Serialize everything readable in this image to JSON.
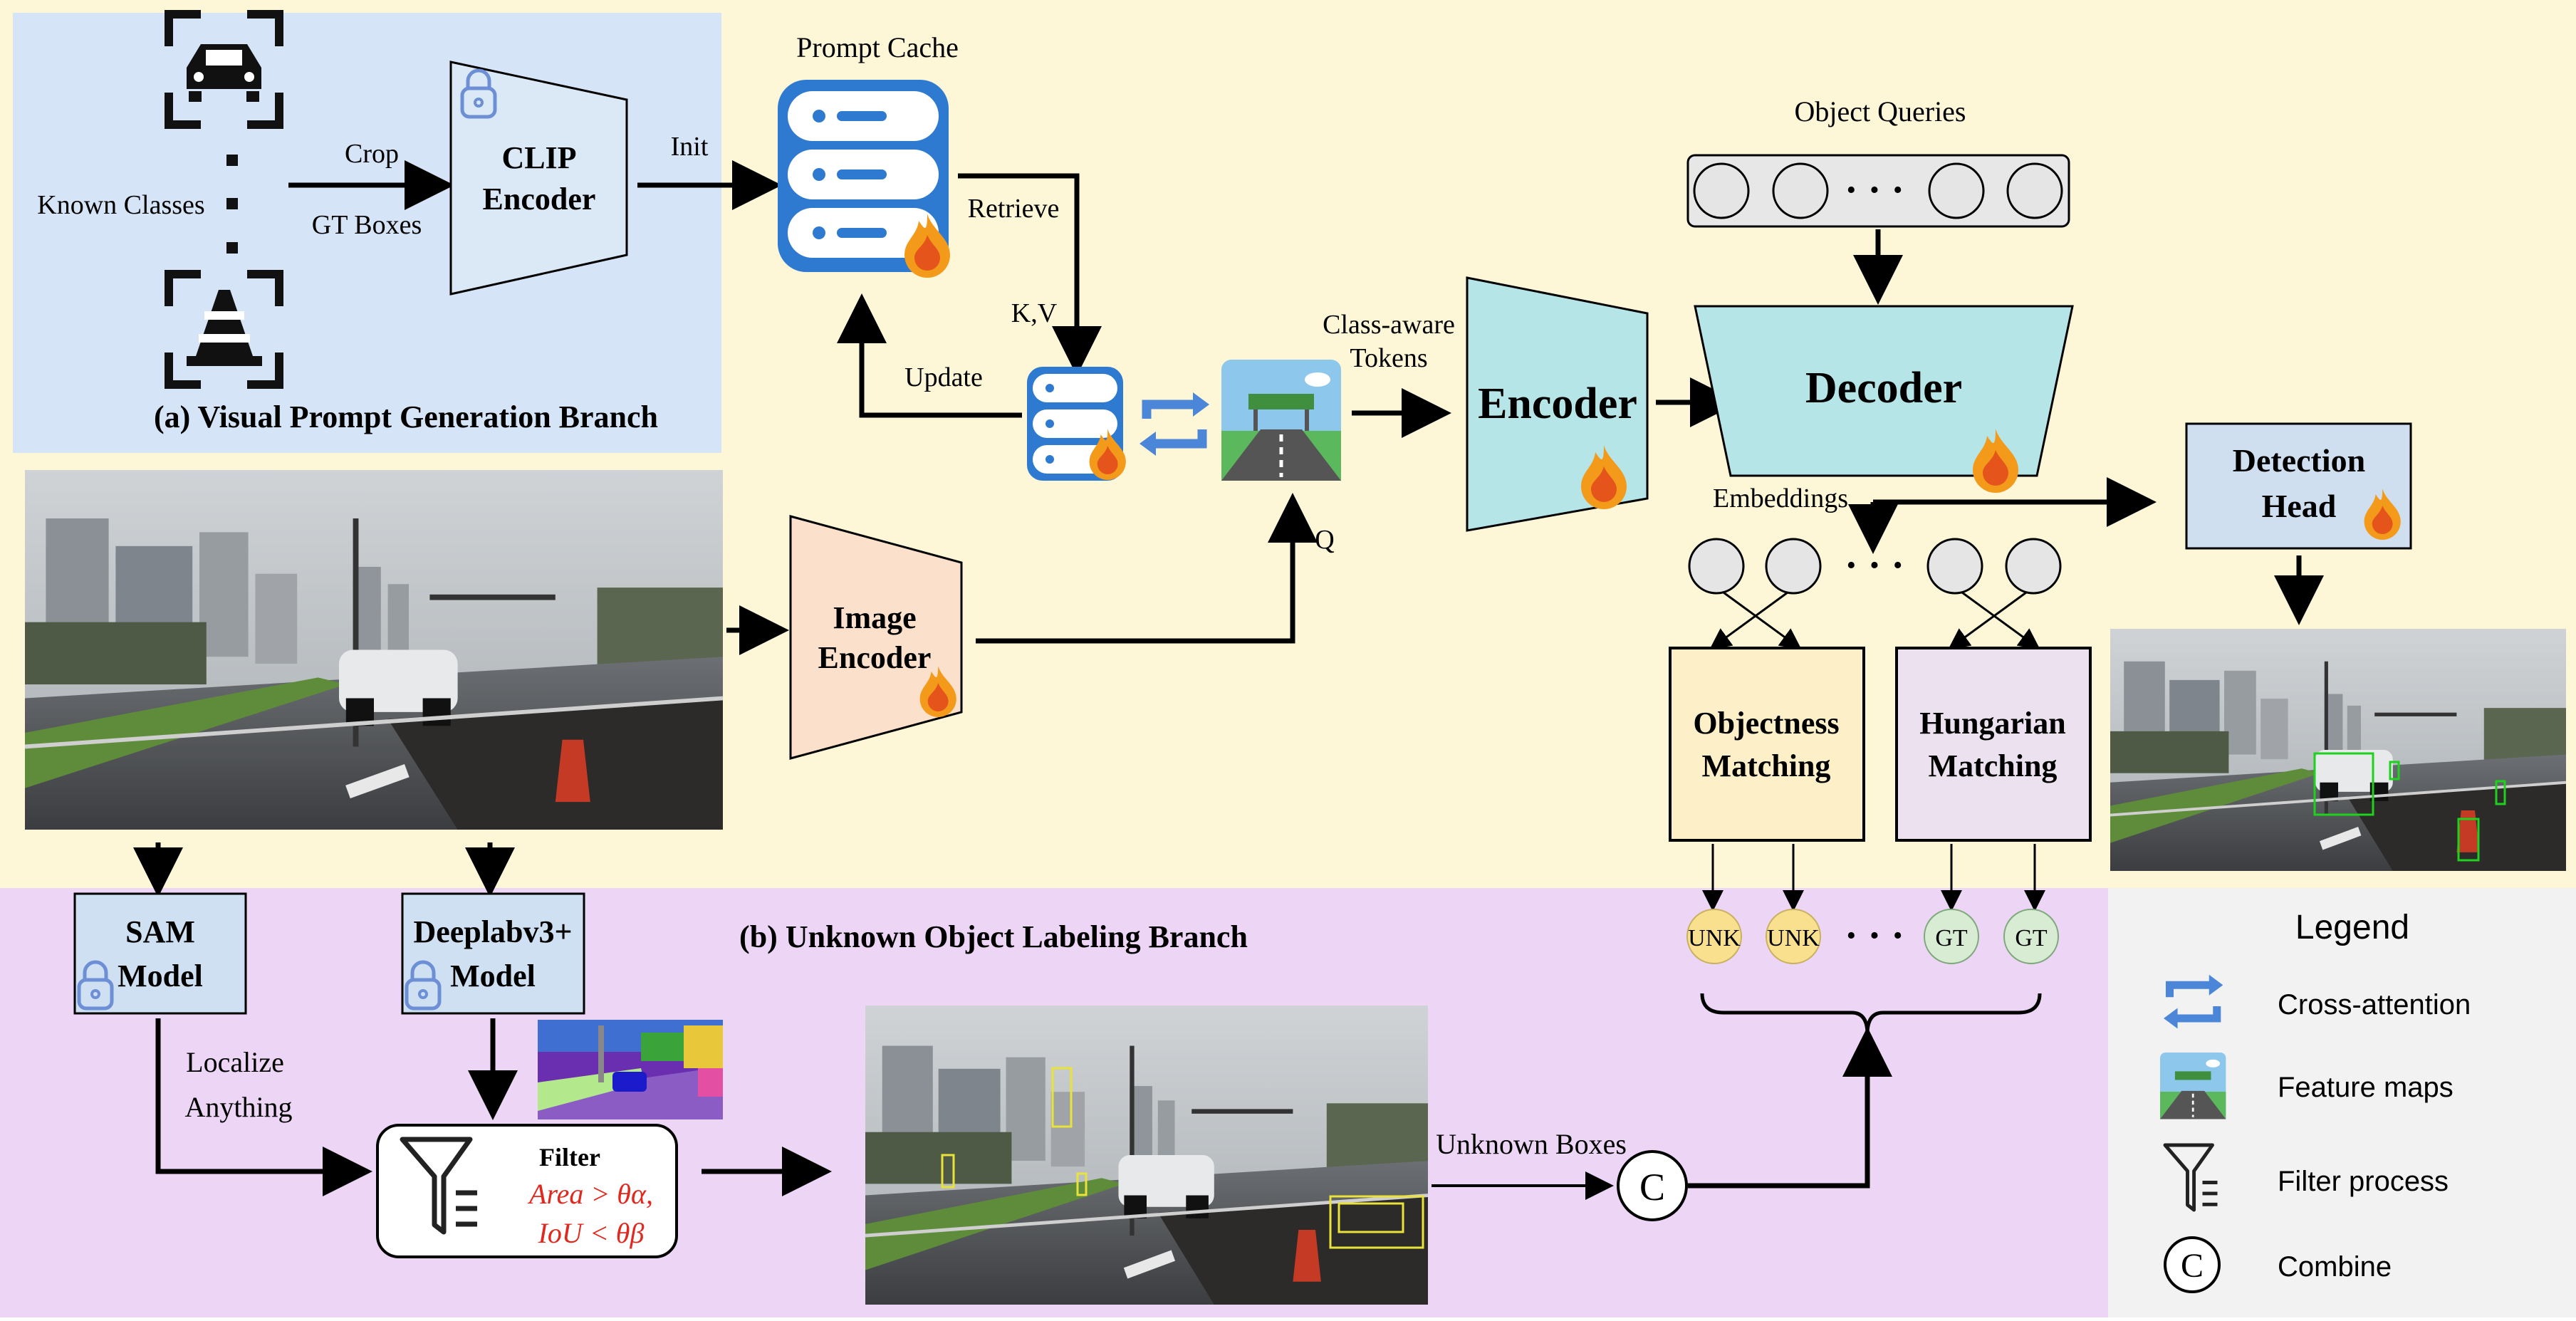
{
  "branch_a": {
    "title": "(a) Visual Prompt Generation Branch",
    "known_classes": "Known Classes",
    "crop": "Crop",
    "gt_boxes": "GT Boxes",
    "clip_line1": "CLIP",
    "clip_line2": "Encoder",
    "init": "Init"
  },
  "cache": {
    "title": "Prompt Cache",
    "retrieve": "Retrieve",
    "kv": "K,V",
    "update": "Update"
  },
  "main": {
    "class_aware_line1": "Class-aware",
    "class_aware_line2": "Tokens",
    "q": "Q",
    "image_encoder_line1": "Image",
    "image_encoder_line2": "Encoder",
    "encoder": "Encoder",
    "decoder": "Decoder",
    "object_queries": "Object Queries",
    "embeddings": "Embeddings",
    "detection_head_line1": "Detection",
    "detection_head_line2": "Head",
    "objectness_line1": "Objectness",
    "objectness_line2": "Matching",
    "hungarian_line1": "Hungarian",
    "hungarian_line2": "Matching",
    "unk": "UNK",
    "gt": "GT",
    "dots": "· · ·"
  },
  "branch_b": {
    "title": "(b) Unknown Object Labeling  Branch",
    "sam_line1": "SAM",
    "sam_line2": "Model",
    "deeplab_line1": "Deeplabv3+",
    "deeplab_line2": "Model",
    "localize_line1": "Localize",
    "localize_line2": "Anything",
    "filter": "Filter",
    "area_rule": "Area > θα,",
    "iou_rule": "IoU < θβ",
    "unknown_boxes": "Unknown Boxes",
    "combine_symbol": "C"
  },
  "legend": {
    "title": "Legend",
    "items": [
      {
        "icon": "cross-attention-icon",
        "label": "Cross-attention"
      },
      {
        "icon": "feature-map-icon",
        "label": "Feature maps"
      },
      {
        "icon": "filter-icon",
        "label": "Filter process"
      },
      {
        "icon": "combine-icon",
        "label": "Combine"
      }
    ]
  },
  "colors": {
    "branch_a_bg": "#d6e4f7",
    "main_bg": "#fdf7d8",
    "branch_b_bg": "#ecd5f5",
    "legend_bg": "#f2f2f2",
    "clip_fill": "#dbe9f6",
    "encoder_fill": "#b6e5e8",
    "image_encoder_fill": "#fbe1cc",
    "detection_head_fill": "#cfdff0",
    "sam_fill": "#cfe0f3",
    "unk_fill": "#f8e08f",
    "gt_fill": "#d7ecd2",
    "formula_red": "#e0281e"
  }
}
